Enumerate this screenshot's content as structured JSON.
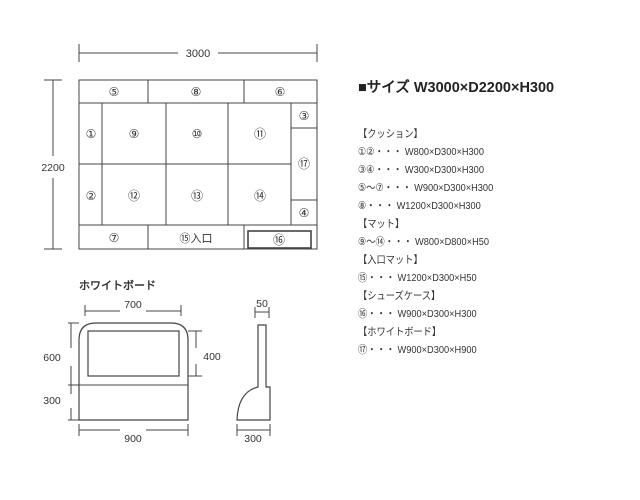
{
  "layout_plan": {
    "dims": {
      "width": "3000",
      "depth": "2200"
    },
    "cells": {
      "c5": "⑤",
      "c8": "⑧",
      "c6": "⑥",
      "c1": "①",
      "c9": "⑨",
      "c10": "⑩",
      "c11": "⑪",
      "c3": "③",
      "c17": "⑰",
      "c2": "②",
      "c12": "⑫",
      "c13": "⑬",
      "c14": "⑭",
      "c4": "④",
      "c7": "⑦",
      "c15": "⑮入口",
      "c16": "⑯"
    }
  },
  "whiteboard": {
    "title": "ホワイトボード",
    "front": {
      "top_width": "700",
      "bottom_width": "900",
      "upper_height": "600",
      "lower_height": "300",
      "screen_height": "400"
    },
    "side": {
      "top_depth": "50",
      "base_depth": "300"
    }
  },
  "spec": {
    "title": "■サイズ W3000×D2200×H300",
    "lines": [
      "【クッション】",
      "①②・・・ W800×D300×H300",
      "③④・・・ W300×D300×H300",
      "⑤～⑦・・・ W900×D300×H300",
      "⑧・・・ W1200×D300×H300",
      "【マット】",
      "⑨～⑭・・・ W800×D800×H50",
      "【入口マット】",
      "⑮・・・ W1200×D300×H50",
      "【シューズケース】",
      "⑯・・・ W900×D300×H300",
      "【ホワイトボード】",
      "⑰・・・ W900×D300×H900"
    ]
  }
}
